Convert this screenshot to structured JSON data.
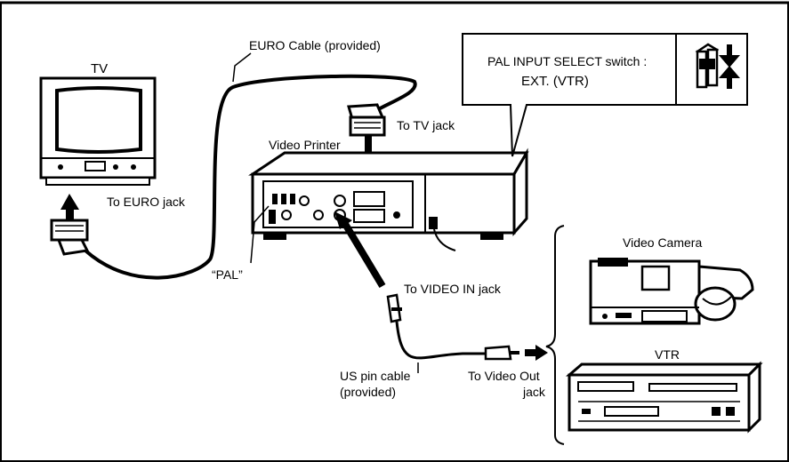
{
  "labels": {
    "tv": "TV",
    "euro_cable": "EURO Cable (provided)",
    "to_tv_jack": "To TV jack",
    "video_printer": "Video Printer",
    "to_euro_jack": "To EURO jack",
    "pal_mark": "“PAL”",
    "to_video_in_jack": "To VIDEO IN jack",
    "us_pin_cable_line1": "US pin cable",
    "us_pin_cable_line2": "(provided)",
    "to_video_out_line1": "To Video Out",
    "to_video_out_line2": "jack",
    "video_camera": "Video Camera",
    "vtr": "VTR"
  },
  "switch_callout": {
    "line1": "PAL INPUT SELECT switch :",
    "line2": "EXT. (VTR)"
  },
  "icons": [
    "tv-icon",
    "video-printer-icon",
    "video-camera-icon",
    "vtr-icon",
    "euro-plug-icon",
    "pin-plug-icon",
    "switch-icon",
    "arrow-icon"
  ]
}
